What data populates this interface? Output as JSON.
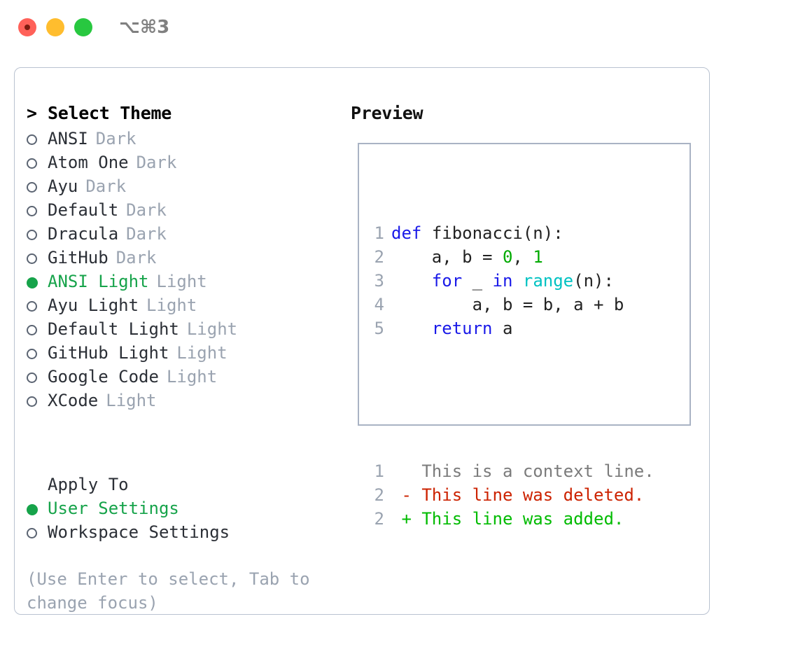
{
  "titlebar": {
    "shortcut": "⌥⌘3",
    "buttons": [
      {
        "name": "close",
        "color": "#ff6159"
      },
      {
        "name": "minimize",
        "color": "#ffbd2e"
      },
      {
        "name": "maximize",
        "color": "#28c840"
      }
    ]
  },
  "theme_picker": {
    "caret": ">",
    "title": "Select Theme",
    "marker_selected": "●",
    "marker_unselected": "○",
    "items": [
      {
        "name": "ANSI",
        "kind": "Dark",
        "selected": false
      },
      {
        "name": "Atom One",
        "kind": "Dark",
        "selected": false
      },
      {
        "name": "Ayu",
        "kind": "Dark",
        "selected": false
      },
      {
        "name": "Default",
        "kind": "Dark",
        "selected": false
      },
      {
        "name": "Dracula",
        "kind": "Dark",
        "selected": false
      },
      {
        "name": "GitHub",
        "kind": "Dark",
        "selected": false
      },
      {
        "name": "ANSI Light",
        "kind": "Light",
        "selected": true
      },
      {
        "name": "Ayu Light",
        "kind": "Light",
        "selected": false
      },
      {
        "name": "Default Light",
        "kind": "Light",
        "selected": false
      },
      {
        "name": "GitHub Light",
        "kind": "Light",
        "selected": false
      },
      {
        "name": "Google Code",
        "kind": "Light",
        "selected": false
      },
      {
        "name": "XCode",
        "kind": "Light",
        "selected": false
      }
    ]
  },
  "apply_to": {
    "title": "Apply To",
    "options": [
      {
        "label": "User Settings",
        "selected": true
      },
      {
        "label": "Workspace Settings",
        "selected": false
      }
    ]
  },
  "hint": {
    "line1": "(Use Enter to select, Tab to",
    "line2": "change focus)"
  },
  "preview": {
    "title": "Preview",
    "code_lines": [
      {
        "num": "1",
        "tokens": [
          {
            "t": "def",
            "c": "kw"
          },
          {
            "t": " ",
            "c": "txt"
          },
          {
            "t": "fibonacci(n):",
            "c": "txt"
          }
        ]
      },
      {
        "num": "2",
        "tokens": [
          {
            "t": "    a, b = ",
            "c": "txt"
          },
          {
            "t": "0",
            "c": "num"
          },
          {
            "t": ", ",
            "c": "txt"
          },
          {
            "t": "1",
            "c": "num"
          }
        ]
      },
      {
        "num": "3",
        "tokens": [
          {
            "t": "    ",
            "c": "txt"
          },
          {
            "t": "for",
            "c": "kw"
          },
          {
            "t": " _ ",
            "c": "txt"
          },
          {
            "t": "in",
            "c": "kw"
          },
          {
            "t": " ",
            "c": "txt"
          },
          {
            "t": "range",
            "c": "fn"
          },
          {
            "t": "(n):",
            "c": "txt"
          }
        ]
      },
      {
        "num": "4",
        "tokens": [
          {
            "t": "        a, b = b, a + b",
            "c": "txt"
          }
        ]
      },
      {
        "num": "5",
        "tokens": [
          {
            "t": "    ",
            "c": "txt"
          },
          {
            "t": "return",
            "c": "kw"
          },
          {
            "t": " a",
            "c": "txt"
          }
        ]
      }
    ],
    "diff_lines": [
      {
        "num": "1",
        "sign": " ",
        "text": "This is a context line.",
        "kind": "ctx"
      },
      {
        "num": "2",
        "sign": "-",
        "text": "This line was deleted.",
        "kind": "del"
      },
      {
        "num": "2",
        "sign": "+",
        "text": "This line was added.",
        "kind": "add"
      }
    ]
  },
  "colors": {
    "accent_green": "#16a34a",
    "muted_gray": "#9aa3b0",
    "keyword_blue": "#1a1ae8",
    "function_cyan": "#00c2c2",
    "number_green": "#00aa00",
    "diff_delete_red": "#cc2200",
    "diff_add_green": "#00bb00",
    "panel_border": "#a9b3c4",
    "container_border": "#b9c2d0"
  }
}
